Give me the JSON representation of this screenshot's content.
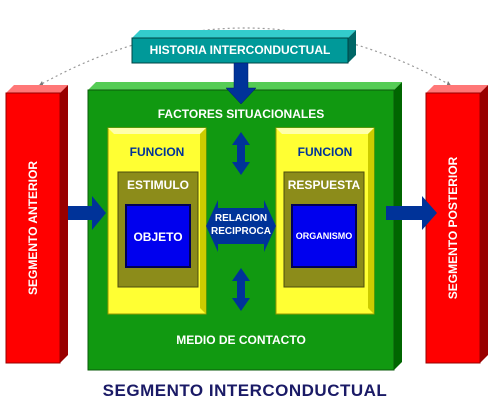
{
  "top_box": "HISTORIA INTERCONDUCTUAL",
  "left_segment": "SEGMENTO ANTERIOR",
  "right_segment": "SEGMENTO POSTERIOR",
  "situational": "FACTORES SITUACIONALES",
  "contact": "MEDIO DE CONTACTO",
  "left_panel": {
    "function": "FUNCION",
    "stimulus": "ESTIMULO",
    "object": "OBJETO"
  },
  "right_panel": {
    "function": "FUNCION",
    "response": "RESPUESTA",
    "organism": "ORGANISMO"
  },
  "relation_line1": "RELACION",
  "relation_line2": "RECIPROCA",
  "caption": "SEGMENTO INTERCONDUCTUAL",
  "colors": {
    "green": "#119911",
    "red": "#ff0000",
    "yellow": "#ffff33",
    "olive": "#8c8c1a",
    "blue": "#0000ee",
    "navy": "#003399",
    "teal": "#009999",
    "caption": "#1a1a66"
  }
}
